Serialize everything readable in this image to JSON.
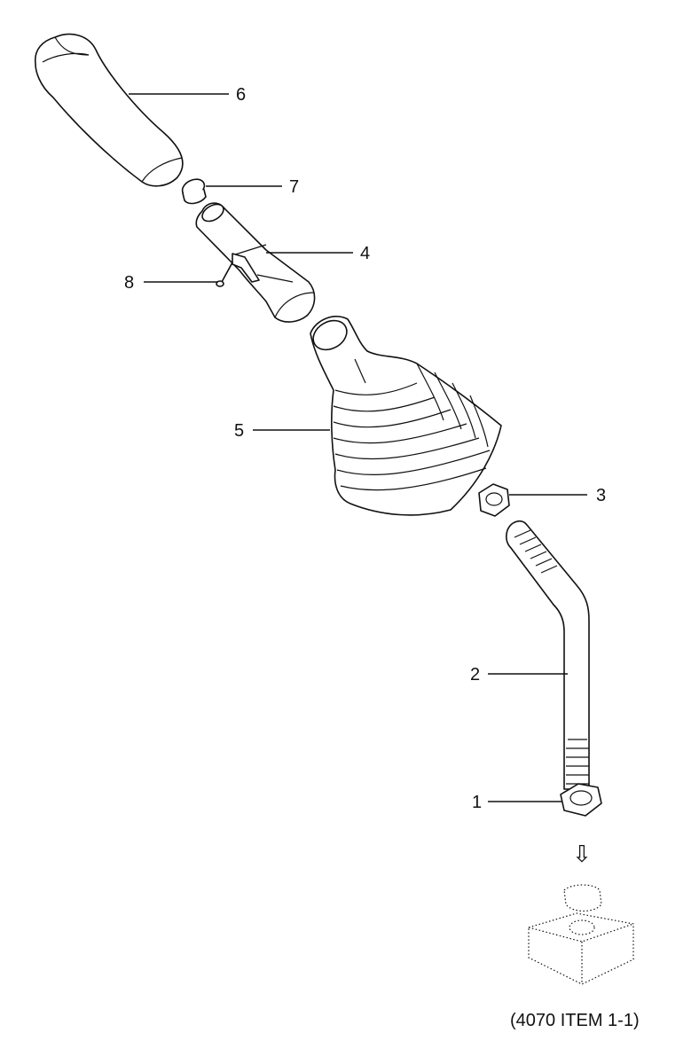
{
  "callouts": [
    {
      "id": "6",
      "label": "6"
    },
    {
      "id": "7",
      "label": "7"
    },
    {
      "id": "4",
      "label": "4"
    },
    {
      "id": "8",
      "label": "8"
    },
    {
      "id": "5",
      "label": "5"
    },
    {
      "id": "3",
      "label": "3"
    },
    {
      "id": "2",
      "label": "2"
    },
    {
      "id": "1",
      "label": "1"
    }
  ],
  "reference_note": "(4070 ITEM 1-1)",
  "arrow_glyph": "⇩"
}
